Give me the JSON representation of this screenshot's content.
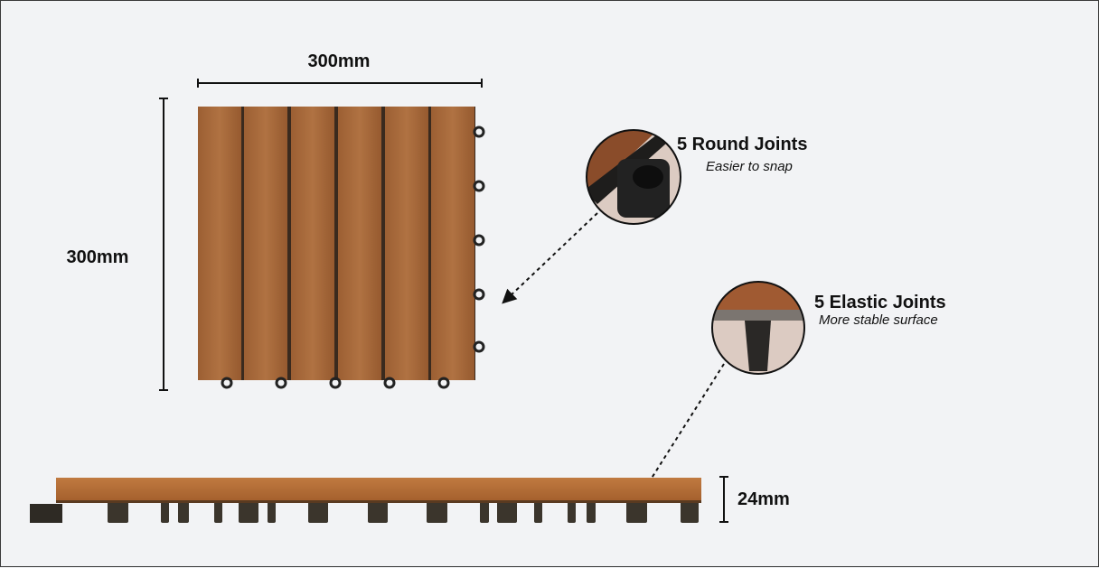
{
  "dimensions": {
    "width_label": "300mm",
    "length_label": "300mm",
    "thickness_label": "24mm"
  },
  "callouts": [
    {
      "title": "5 Round Joints",
      "subtitle": "Easier to snap"
    },
    {
      "title": "5 Elastic Joints",
      "subtitle": "More stable surface"
    }
  ],
  "colors": {
    "background": "#f2f3f5",
    "wood": "#a8683a",
    "wood_dark": "#8a5228",
    "joint": "#2a2826",
    "callout_bg": "#dccbc2"
  }
}
